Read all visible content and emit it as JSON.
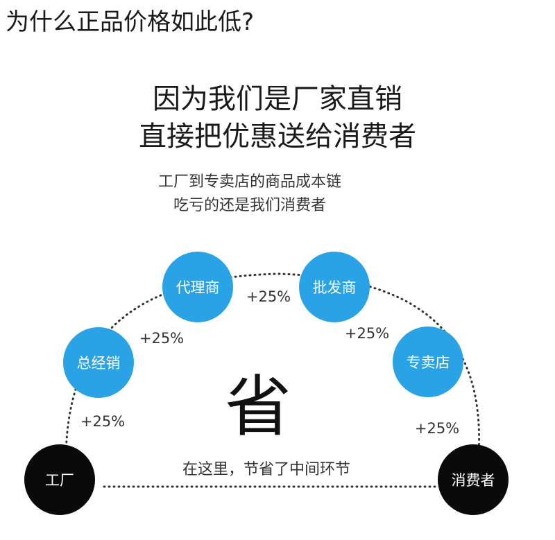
{
  "heading": "为什么正品价格如此低?",
  "headline": {
    "line1": "因为我们是厂家直销",
    "line2": "直接把优惠送给消费者"
  },
  "subline": {
    "line1": "工厂到专卖店的商品成本链",
    "line2": "吃亏的还是我们消费者"
  },
  "colors": {
    "intermediary_node": "#2aa3e6",
    "endpoint_node": "#0a0a0a",
    "dotted_path": "#333333"
  },
  "diagram": {
    "source": {
      "label": "工厂"
    },
    "destination": {
      "label": "消费者"
    },
    "intermediaries": [
      {
        "label": "总经销"
      },
      {
        "label": "代理商"
      },
      {
        "label": "批发商"
      },
      {
        "label": "专卖店"
      }
    ],
    "markups": [
      "+25%",
      "+25%",
      "+25%",
      "+25%",
      "+25%"
    ],
    "center_char": "省",
    "bottom_note": "在这里，节省了中间环节"
  }
}
